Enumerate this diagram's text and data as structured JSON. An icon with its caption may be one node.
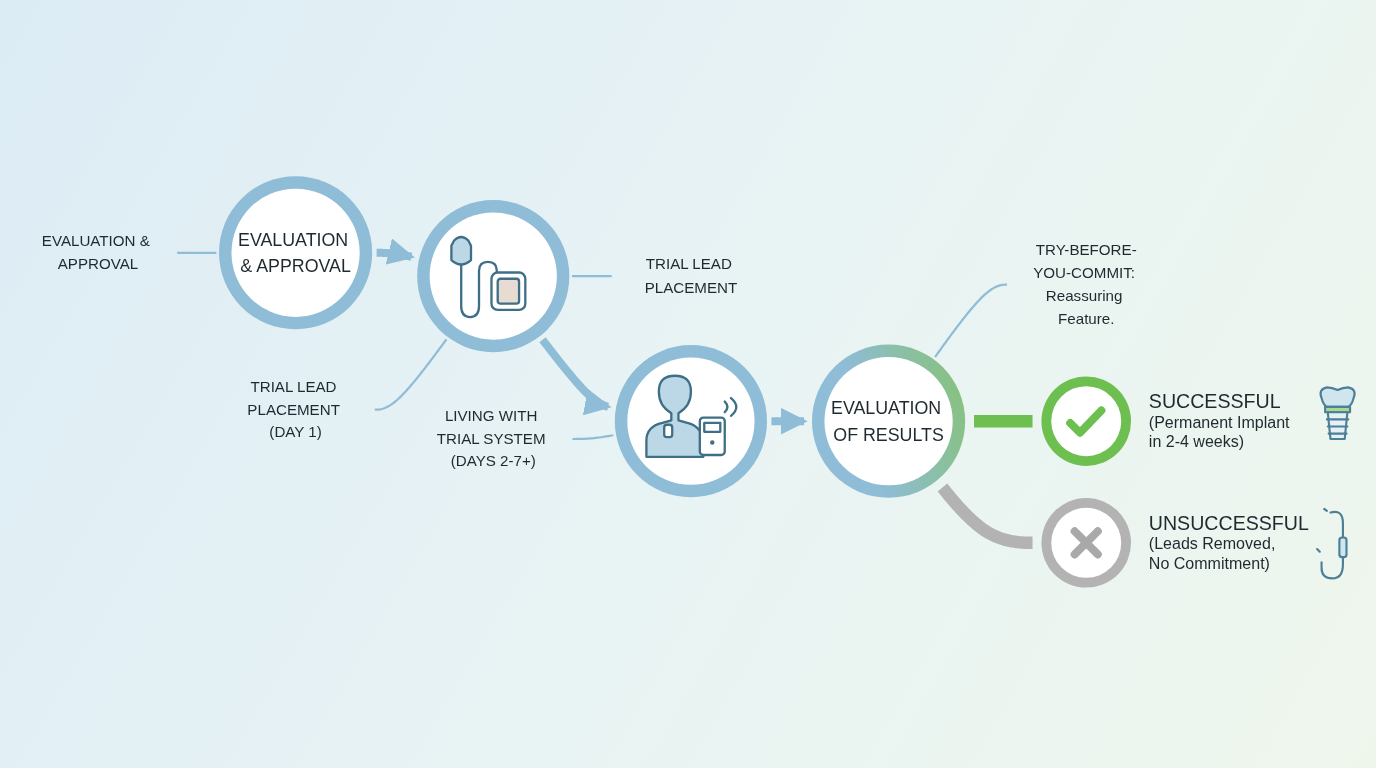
{
  "diagram": {
    "nodes": [
      {
        "text": [
          "EVALUATION & APPROVAL"
        ]
      },
      {
        "text": [
          "EVALUATION & APPROVAL"
        ]
      },
      {
        "text": [
          "TRIAL LEAD PLACEMENT (DAY 1)"
        ]
      },
      {
        "text": [],
        "shape": "picture"
      },
      {
        "text": [
          "TRIAL LEAD PLACEMENT"
        ]
      },
      {
        "text": [
          "LIVING WITH TRIAL SYSTEM (DAYS 2-7+)"
        ]
      },
      {
        "text": [],
        "shape": "picture"
      },
      {
        "text": [
          "EVALUATION OF RESULTS"
        ]
      },
      {
        "text": [
          "TRY-BEFORE-YOU-COMMIT: Reassuring Feature."
        ]
      },
      {
        "text": [],
        "shape": "circle",
        "beside": [
          "SUCCESSFUL",
          "(Permanent Implant in 2-4 weeks)"
        ]
      },
      {
        "text": [],
        "shape": "circle",
        "beside": [
          "UNSUCCESSFUL",
          "(Leads Removed, No Commitment)"
        ]
      }
    ],
    "edges": [
      {
        "from": 0,
        "to": 1,
        "arrow": "none"
      },
      {
        "from": 1,
        "to": 3,
        "arrow": "to",
        "style": "thick"
      },
      {
        "from": 2,
        "to": 3,
        "arrow": "none"
      },
      {
        "from": 3,
        "to": 4,
        "arrow": "none"
      },
      {
        "from": 3,
        "to": 6,
        "arrow": "to",
        "style": "thick"
      },
      {
        "from": 5,
        "to": 6,
        "arrow": "none"
      },
      {
        "from": 6,
        "to": 7,
        "arrow": "to",
        "style": "thick"
      },
      {
        "from": 7,
        "to": 8,
        "arrow": "none"
      },
      {
        "from": 7,
        "to": 9,
        "arrow": "none",
        "style": "thick",
        "color": "#6dbf4f"
      },
      {
        "from": 7,
        "to": 10,
        "arrow": "none",
        "style": "thick",
        "color": "#b3b3b3"
      }
    ]
  }
}
